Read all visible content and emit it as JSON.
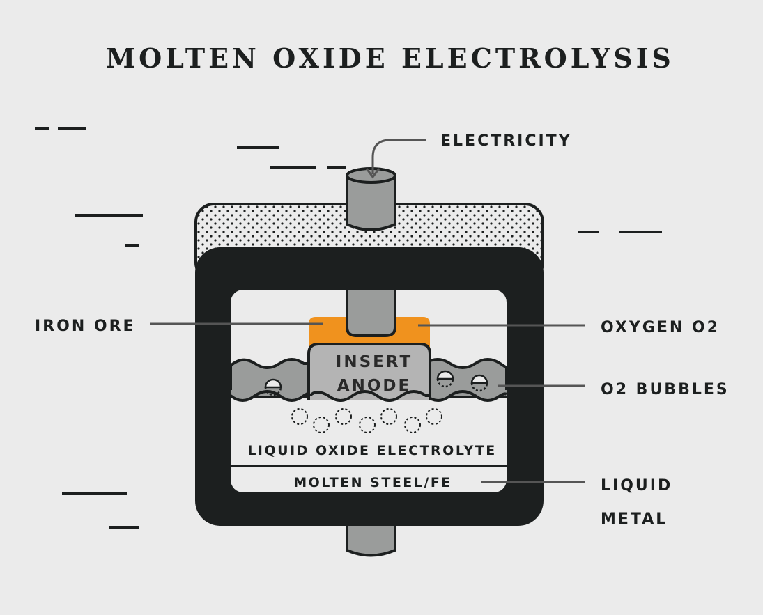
{
  "title": "MOLTEN OXIDE ELECTROLYSIS",
  "labels": {
    "electricity": "ELECTRICITY",
    "iron_ore": "IRON ORE",
    "oxygen": "OXYGEN O2",
    "bubbles": "O2 BUBBLES",
    "liquid": "LIQUID",
    "metal": "METAL"
  },
  "inner": {
    "anode_line1": "INSERT",
    "anode_line2": "ANODE",
    "electrolyte": "LIQUID OXIDE ELECTROLYTE",
    "steel": "MOLTEN STEEL/FE"
  },
  "colors": {
    "background": "#ebebeb",
    "frame": "#1c1f1f",
    "electrode": "#9a9c9b",
    "iron_ore": "#f0921e",
    "anode": "#b4b4b4"
  }
}
